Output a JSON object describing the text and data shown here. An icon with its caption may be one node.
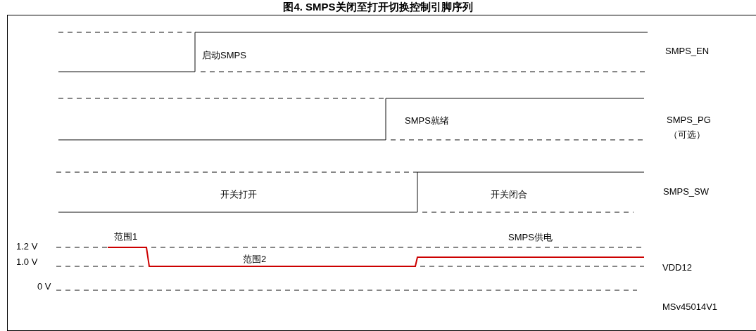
{
  "diagram": {
    "title": "图4. SMPS关闭至打开切换控制引脚序列",
    "labels": [
      "启动SMPS",
      "SMPS_EN",
      "SMPS就绪",
      "SMPS_PG",
      "（可选）",
      "开关打开",
      "开关闭合",
      "SMPS_SW",
      "范围1",
      "SMPS供电",
      "1.2 V",
      "1.0 V",
      "范围2",
      "VDD12",
      "0 V",
      "MSv45014V1"
    ]
  }
}
